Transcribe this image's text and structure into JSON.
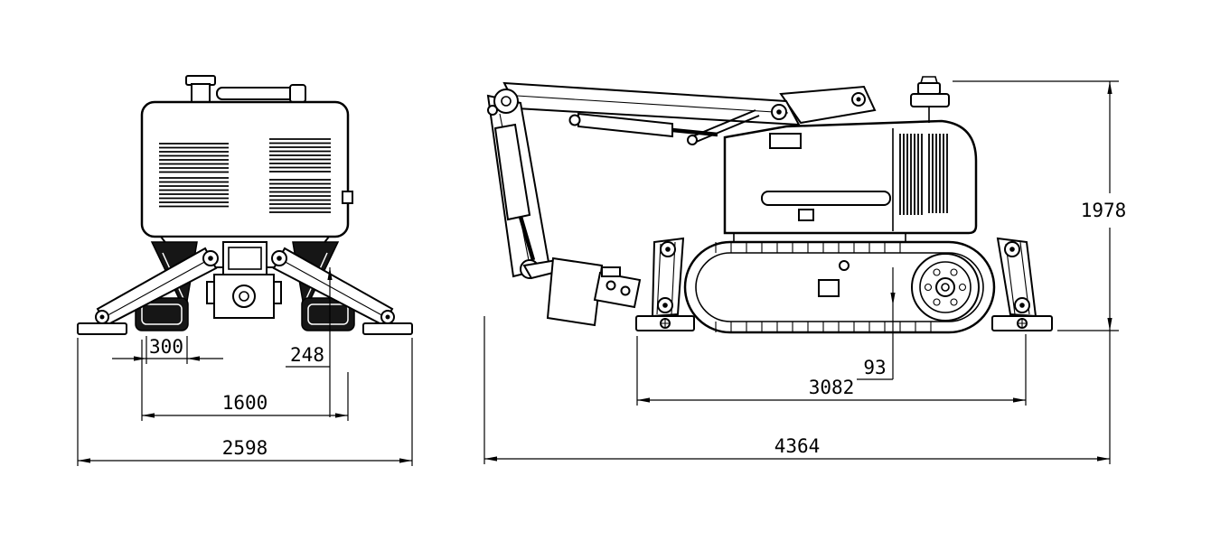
{
  "colors": {
    "line": "#000000",
    "background": "#ffffff",
    "dark_fill": "#161616"
  },
  "views": {
    "front": {
      "name": "front-view",
      "dimensions": {
        "d300": "300",
        "d248": "248",
        "d1600": "1600",
        "d2598": "2598"
      }
    },
    "side": {
      "name": "side-view",
      "dimensions": {
        "d93": "93",
        "d1978": "1978",
        "d3082": "3082",
        "d4364": "4364"
      }
    }
  }
}
